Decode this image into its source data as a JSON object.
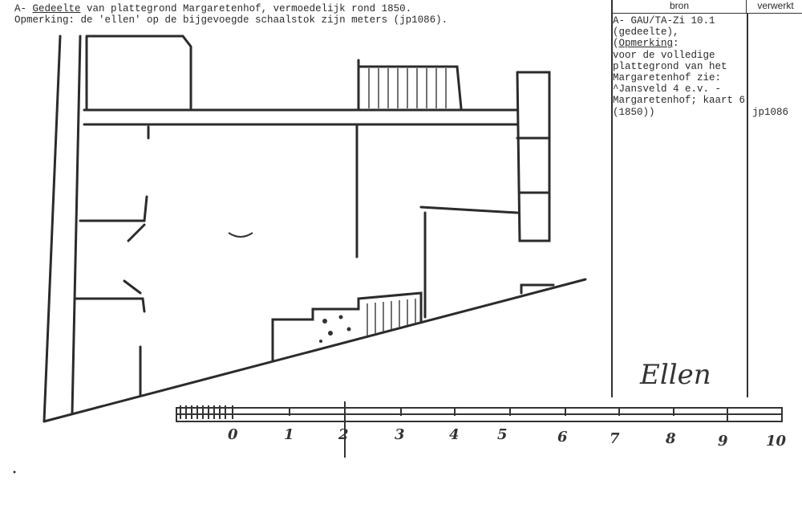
{
  "header": {
    "line1_prefix": "A- ",
    "line1_underlined": "Gedeelte",
    "line1_rest": " van plattegrond Margaretenhof, vermoedelijk rond 1850.",
    "line2": "Opmerking: de 'ellen' op de bijgevoegde schaalstok zijn meters (jp1086)."
  },
  "table": {
    "col_bron": "bron",
    "col_verwerkt": "verwerkt",
    "bron_line1": "A- GAU/TA-Zi 10.1",
    "bron_line2": "(gedeelte),",
    "bron_line3_open": "(",
    "bron_line3_underlined": "Opmerking",
    "bron_line3_close": ":",
    "bron_rest": "voor de volledige\nplattegrond van het\nMargaretenhof zie:\n^Jansveld 4 e.v. -\nMargaretenhof; kaart 6\n(1850))",
    "verwerkt": "jp1086"
  },
  "map": {
    "signature": "Ellen",
    "scale_labels": [
      "0",
      "1",
      "2",
      "3",
      "4",
      "5",
      "6",
      "7",
      "8",
      "9",
      "10"
    ]
  }
}
